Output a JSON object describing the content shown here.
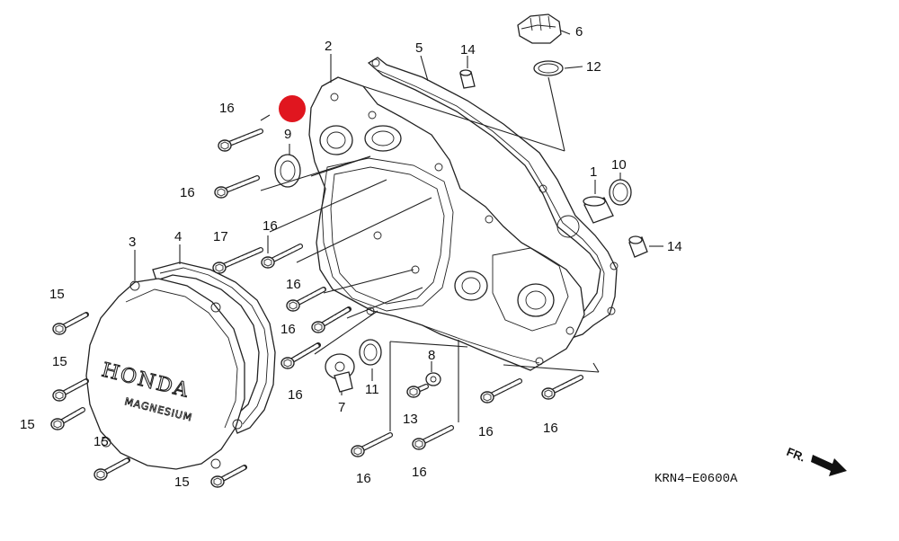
{
  "diagram": {
    "code": "KRN4−E0600A",
    "direction": "FR.",
    "brand": "HONDA",
    "brand_sub": "MAGNESIUM",
    "highlight_color": "#e0161f",
    "callouts": {
      "c1": "1",
      "c2": "2",
      "c3": "3",
      "c4": "4",
      "c5": "5",
      "c6": "6",
      "c7": "7",
      "c8": "8",
      "c9": "9",
      "c10": "10",
      "c11": "11",
      "c12": "12",
      "c13": "13",
      "c14a": "14",
      "c14b": "14",
      "c15a": "15",
      "c15b": "15",
      "c15c": "15",
      "c15d": "15",
      "c15e": "15",
      "c16a": "16",
      "c16b": "16",
      "c16c": "16",
      "c16d": "16",
      "c16e": "16",
      "c16f": "16",
      "c16g": "16",
      "c16h": "16",
      "c16i": "16",
      "c17": "17"
    }
  }
}
